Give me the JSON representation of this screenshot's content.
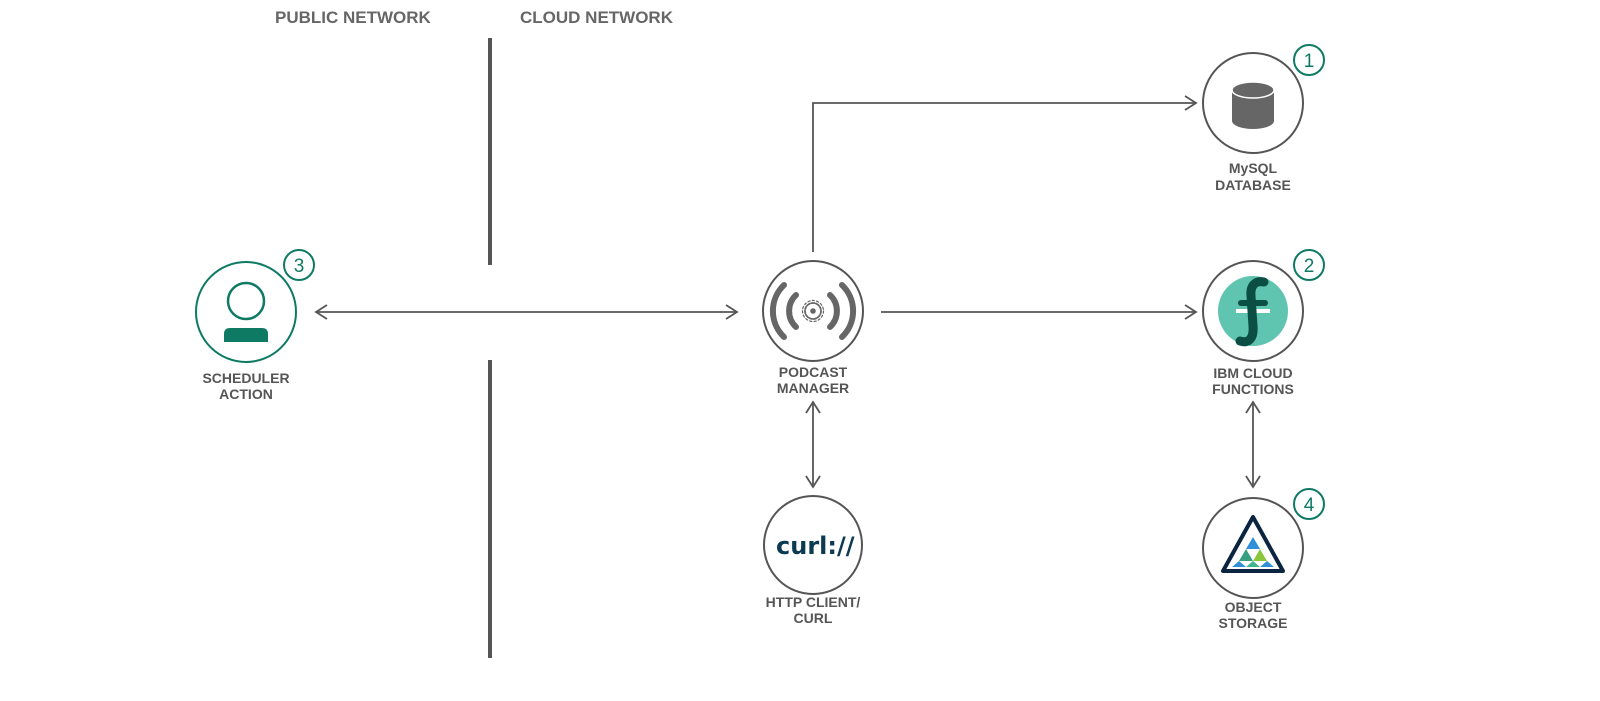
{
  "zones": {
    "public": "PUBLIC NETWORK",
    "cloud": "CLOUD NETWORK"
  },
  "nodes": {
    "scheduler": {
      "line1": "SCHEDULER",
      "line2": "ACTION",
      "badge": "3",
      "icon": "user-icon"
    },
    "podcast": {
      "line1": "PODCAST",
      "line2": "MANAGER",
      "icon": "broadcast-gear-icon"
    },
    "curl": {
      "line1": "HTTP CLIENT/",
      "line2": "CURL",
      "logo_text": "curl://",
      "icon": "curl-logo-icon"
    },
    "mysql": {
      "line1": "MySQL",
      "line2": "DATABASE",
      "badge": "1",
      "icon": "database-icon"
    },
    "functions": {
      "line1": "IBM CLOUD",
      "line2": "FUNCTIONS",
      "badge": "2",
      "icon": "functions-icon"
    },
    "storage": {
      "line1": "OBJECT",
      "line2": "STORAGE",
      "badge": "4",
      "icon": "object-storage-icon"
    }
  },
  "connections": [
    {
      "from": "scheduler",
      "to": "podcast",
      "direction": "both"
    },
    {
      "from": "podcast",
      "to": "mysql",
      "direction": "forward"
    },
    {
      "from": "podcast",
      "to": "functions",
      "direction": "forward"
    },
    {
      "from": "podcast",
      "to": "curl",
      "direction": "both"
    },
    {
      "from": "functions",
      "to": "storage",
      "direction": "both"
    }
  ],
  "colors": {
    "accent": "#0e7a64",
    "stroke": "#555555",
    "divider": "#555555",
    "functions_teal": "#5fc4b0",
    "functions_dark": "#0b4f44",
    "curl_navy": "#0b3a52",
    "storage_navy": "#0b2540",
    "storage_green": "#3fb68f",
    "storage_blue": "#2f8fd8",
    "storage_lime": "#8cc63f"
  }
}
